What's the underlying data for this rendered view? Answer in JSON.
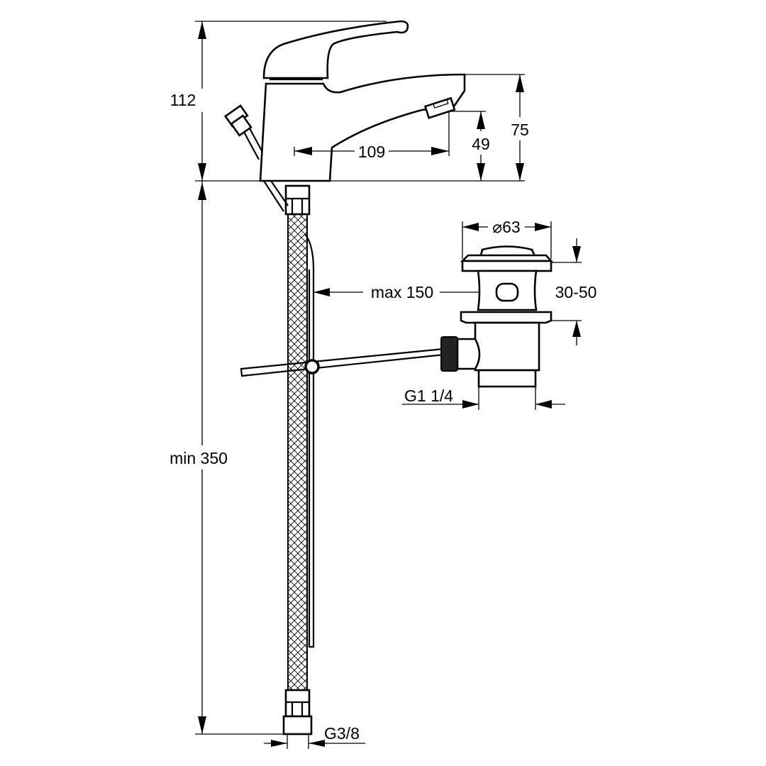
{
  "title": "Single-lever basin mixer dimension drawing",
  "dimensions": {
    "total_height": "112",
    "spout_reach": "109",
    "outlet_height": "49",
    "spout_height": "75",
    "hose_length": "min 350",
    "hose_thread": "G3/8",
    "waste_diameter": "⌀63",
    "pull_rod_distance": "max 150",
    "waste_clamp_range": "30-50",
    "waste_thread": "G1 1/4"
  },
  "colors": {
    "line": "#000000",
    "background": "#ffffff"
  }
}
